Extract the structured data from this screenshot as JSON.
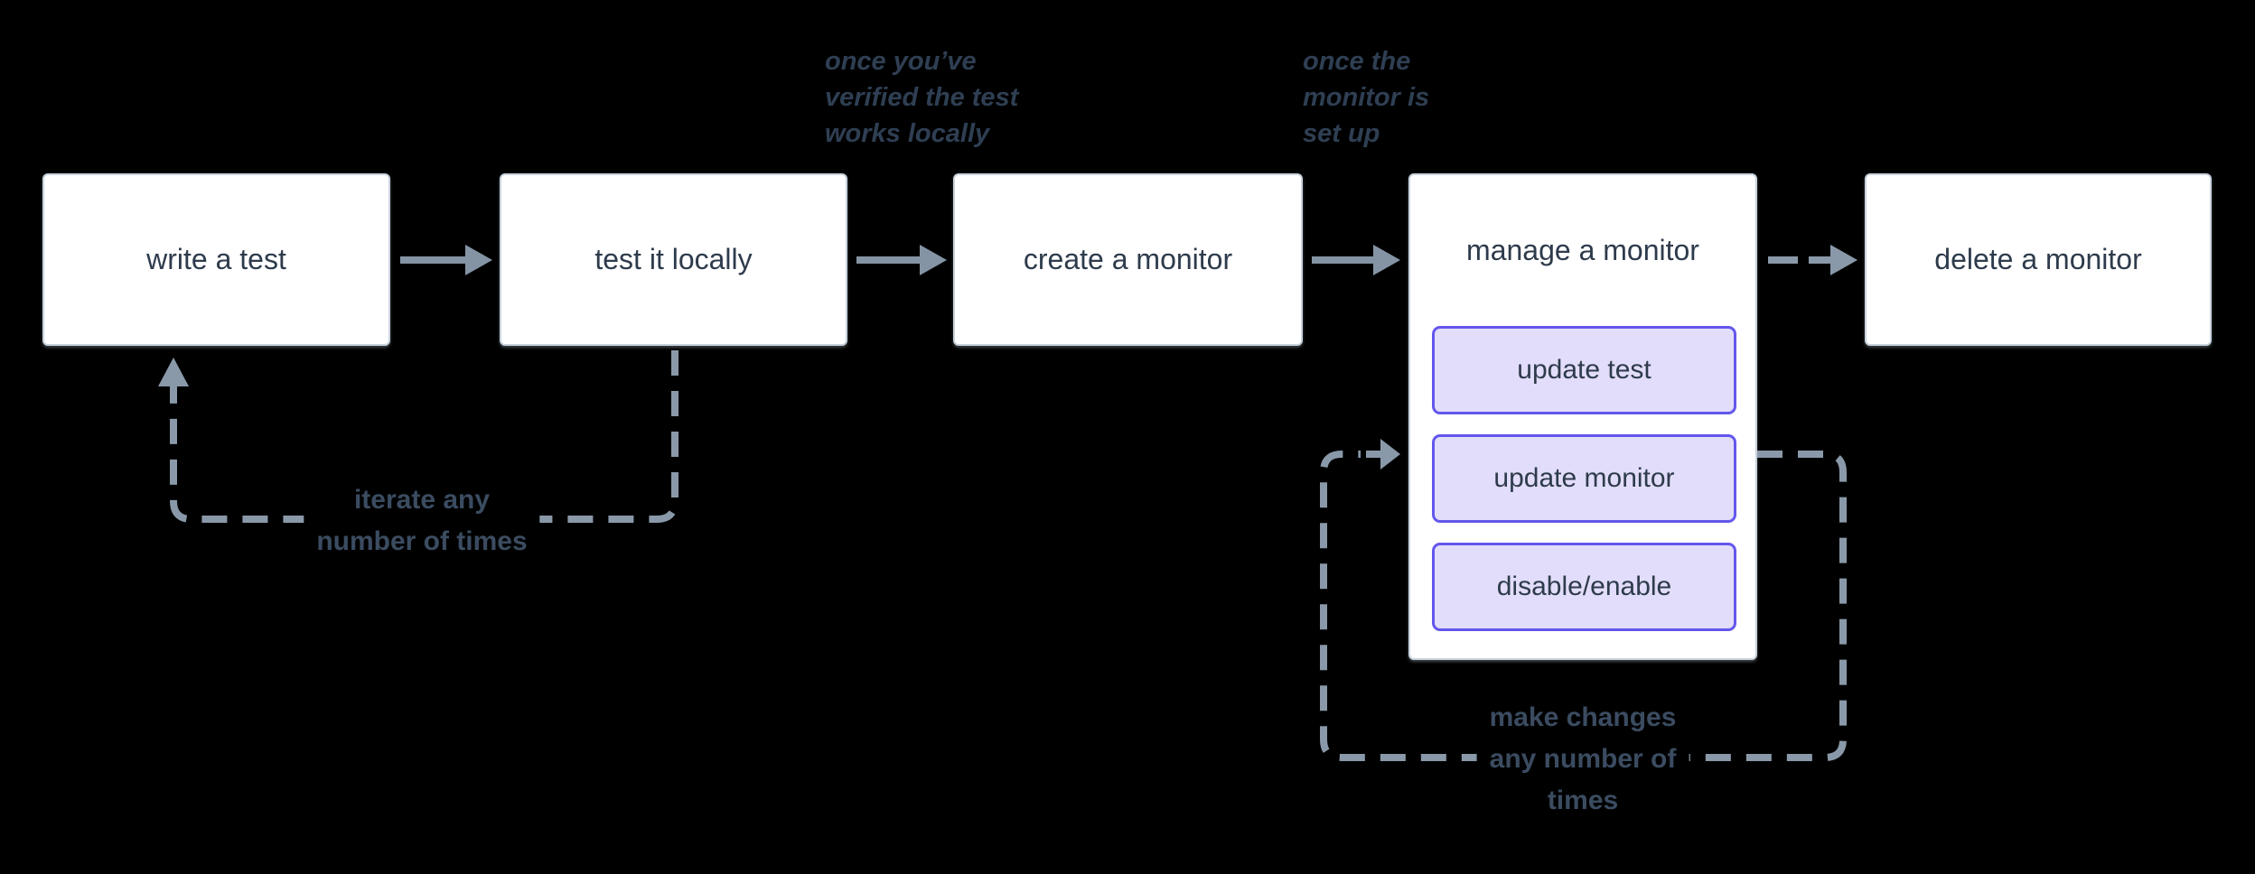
{
  "diagram_title": "monitor workflow flowchart",
  "nodes": [
    {
      "id": "write-test",
      "label": "write a test"
    },
    {
      "id": "test-locally",
      "label": "test it locally"
    },
    {
      "id": "create-monitor",
      "label": "create a monitor"
    },
    {
      "id": "manage-monitor",
      "label": "manage a monitor"
    },
    {
      "id": "delete-monitor",
      "label": "delete a monitor"
    }
  ],
  "manage_children": [
    {
      "id": "update-test",
      "label": "update test"
    },
    {
      "id": "update-monitor",
      "label": "update monitor"
    },
    {
      "id": "disable-enable",
      "label": "disable/enable"
    }
  ],
  "annotations": {
    "verify": {
      "line1": "once you’ve",
      "line2": "verified the test",
      "line3": "works locally"
    },
    "setup": {
      "line1": "once the",
      "line2": "monitor is",
      "line3": "set up"
    }
  },
  "loop_labels": {
    "iterate": {
      "line1": "iterate any",
      "line2": "number of times"
    },
    "changes": {
      "line1": "make changes",
      "line2": "any number of",
      "line3": "times"
    }
  },
  "edges": [
    {
      "from": "write-test",
      "to": "test-locally",
      "style": "solid"
    },
    {
      "from": "test-locally",
      "to": "create-monitor",
      "style": "solid"
    },
    {
      "from": "create-monitor",
      "to": "manage-monitor",
      "style": "solid"
    },
    {
      "from": "manage-monitor",
      "to": "delete-monitor",
      "style": "dashed"
    },
    {
      "from": "test-locally",
      "to": "write-test",
      "style": "dashed-loop",
      "label": "iterate any number of times"
    },
    {
      "from": "manage-monitor",
      "to": "manage-monitor",
      "style": "dashed-loop",
      "label": "make changes any number of times"
    }
  ],
  "colors": {
    "background": "#000000",
    "node_fill": "#ffffff",
    "node_border": "#c8d3dd",
    "node_text": "#2e3b4c",
    "sub_fill": "#e2ddfa",
    "sub_border": "#6456ec",
    "arrow": "#8494a4",
    "dashed": "#8a99a9",
    "loop_label_text": "#3b4c61",
    "annotation_text": "#2f3f53"
  }
}
